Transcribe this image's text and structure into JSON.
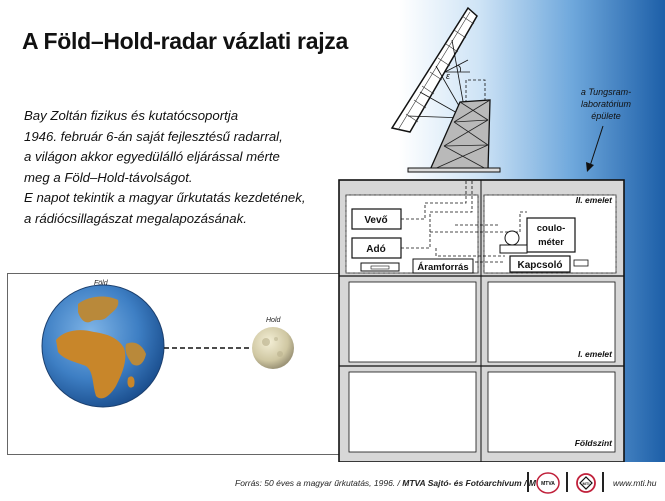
{
  "title": "A Föld–Hold-radar vázlati rajza",
  "description": [
    "Bay Zoltán fizikus és kutatócsoportja",
    "1946. február 6-án saját fejlesztésű radarral,",
    "a világon akkor egyedülálló eljárással mérte",
    "meg a Föld–Hold-távolságot.",
    "E napot tekintik a magyar űrkutatás kezdetének,",
    "a rádiócsillagászat megalapozásának."
  ],
  "earth_label": "Föld",
  "moon_label": "Hold",
  "building_label": [
    "a Tungsram-",
    "laboratórium",
    "épülete"
  ],
  "floors": {
    "second": "II. emelet",
    "first": "I. emelet",
    "ground": "Földszint"
  },
  "components": {
    "receiver": "Vevő",
    "transmitter": "Adó",
    "power_source": "Áramforrás",
    "coulometer": [
      "coulo-",
      "méter"
    ],
    "switch": "Kapcsoló"
  },
  "antenna_angle_label": "ε",
  "footer": {
    "credit_prefix": "Forrás: 50 éves a magyar űrkutatás, 1996. / ",
    "credit_bold": "MTVA Sajtó- és Fotóarchívum / MTI",
    "website": "www.mti.hu",
    "logo1": "MTVA",
    "logo2": "MTI"
  },
  "colors": {
    "accent_blue": "#1d5fa8",
    "ocean": "#3e7fc4",
    "land": "#c8862a"
  }
}
